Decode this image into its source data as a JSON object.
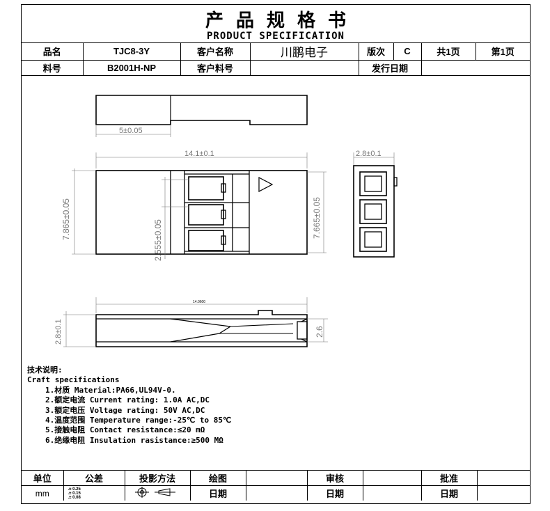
{
  "title": {
    "cn": "产品规格书",
    "en": "PRODUCT SPECIFICATION"
  },
  "header": {
    "product_name_label": "品名",
    "product_name": "TJC8-3Y",
    "customer_name_label": "客户名称",
    "customer_name": "川鹏电子",
    "version_label": "版次",
    "version": "C",
    "total_pages": "共1页",
    "page_no": "第1页",
    "part_no_label": "料号",
    "part_no": "B2001H-NP",
    "customer_part_label": "客户料号",
    "customer_part": "",
    "issue_date_label": "发行日期",
    "issue_date": ""
  },
  "dimensions": {
    "top_width": "5±0.05",
    "overall_length": "14.1±0.1",
    "end_width": "2.8±0.1",
    "left_height": "7.865±0.05",
    "pitch": "2.555±0.05",
    "right_height": "7.665±0.05",
    "side_length": "14.0600",
    "side_height_left": "2.8±0.1",
    "side_height_right": "2.6"
  },
  "specs": {
    "heading_cn": "技术说明:",
    "heading_en": "Craft specifications",
    "items": [
      "1.材质 Material:PA66,UL94V-0.",
      "2.额定电流 Current rating: 1.0A AC,DC",
      "3.额定电压 Voltage rating: 50V AC,DC",
      "4.温度范围 Temperature range:-25℃ to 85℃",
      "5.接触电阻 Contact resistance:≤20 mΩ",
      "6.绝缘电阻 Insulation rasistance:≥500 MΩ"
    ]
  },
  "footer": {
    "unit_label": "单位",
    "unit": "mm",
    "tolerance_label": "公差",
    "tolerances": [
      "± 0.25",
      "± 0.15",
      "± 0.08"
    ],
    "projection_label": "投影方法",
    "drawn_label": "绘图",
    "drawn_value": "",
    "checked_label": "审核",
    "checked_value": "",
    "approved_label": "批准",
    "approved_value": "",
    "date_label": "日期"
  }
}
